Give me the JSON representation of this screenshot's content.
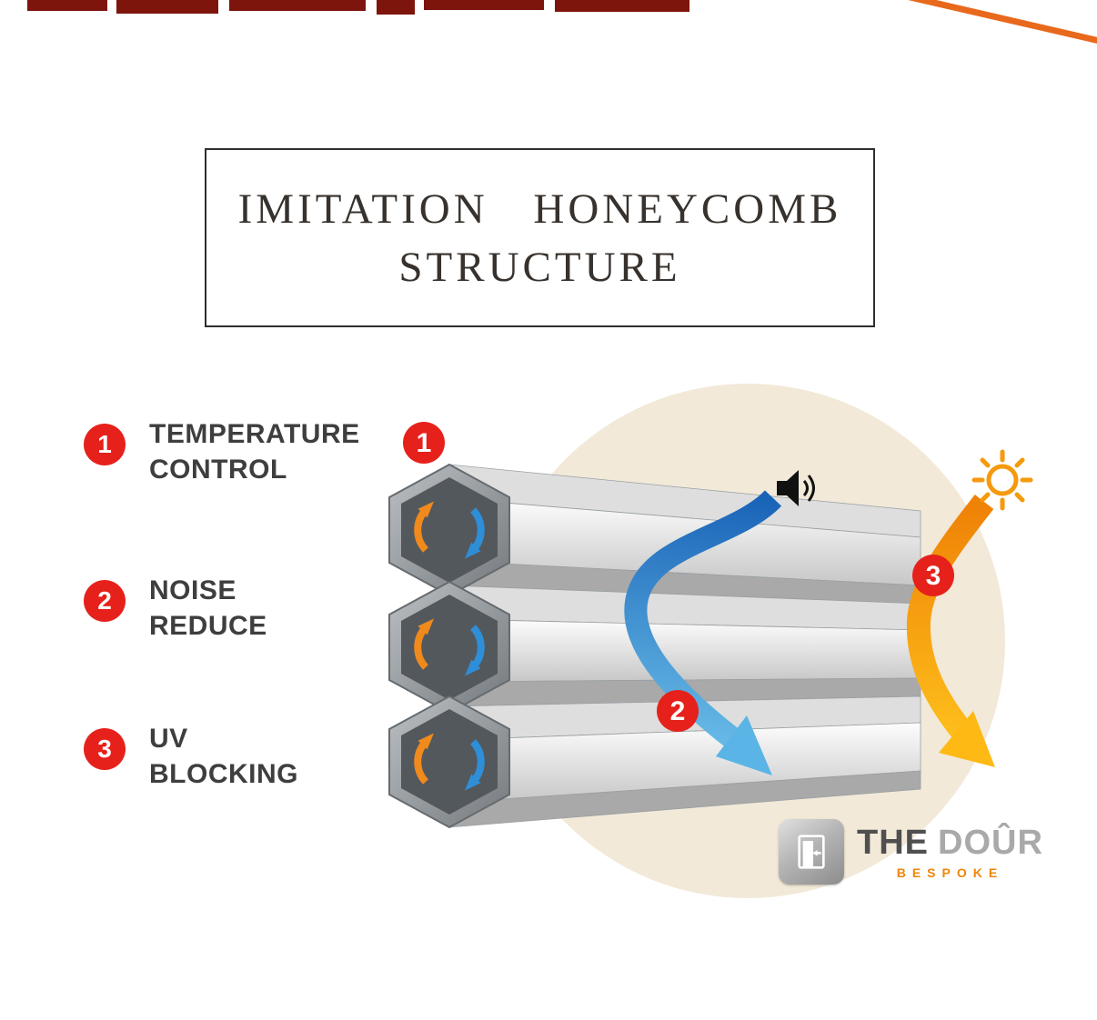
{
  "title": {
    "line1": "IMITATION HONEYCOMB",
    "line2": "STRUCTURE"
  },
  "features": [
    {
      "num": "1",
      "line1": "TEMPERATURE",
      "line2": "CONTROL"
    },
    {
      "num": "2",
      "line1": "NOISE",
      "line2": "REDUCE"
    },
    {
      "num": "3",
      "line1": "UV",
      "line2": "BLOCKING"
    }
  ],
  "diagram": {
    "markers": [
      {
        "num": "1"
      },
      {
        "num": "2"
      },
      {
        "num": "3"
      }
    ],
    "icon_names": [
      "hexagon-cell-icon",
      "airflow-cycle-arrows-icon",
      "speaker-icon",
      "sun-icon",
      "noise-arrow",
      "uv-arrow"
    ]
  },
  "logo": {
    "word1": "THE",
    "word2": "DOÛR",
    "tagline": "BESPOKE"
  },
  "colors": {
    "accent_red": "#e6211c",
    "orange": "#f08a1d",
    "blue": "#2e8fd8",
    "cream": "#f2e9d8",
    "maroon": "#7e150c",
    "logo_orange": "#f0860c",
    "slat_gray": "#cfcfcf"
  }
}
